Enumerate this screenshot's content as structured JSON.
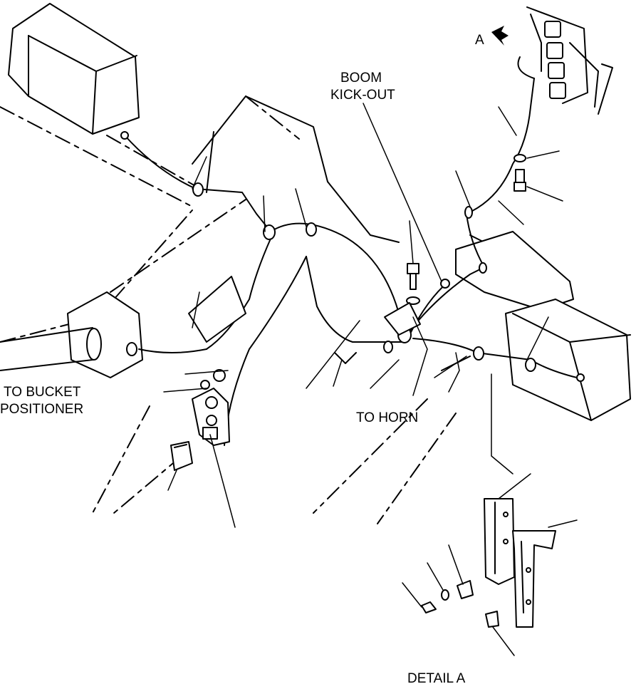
{
  "labels": {
    "boom_kickout_line1": "BOOM",
    "boom_kickout_line2": "KICK-OUT",
    "bucket_positioner_line1": "TO BUCKET",
    "bucket_positioner_line2": "POSITIONER",
    "horn": "TO HORN",
    "detail_marker": "A",
    "detail_title": "DETAIL A"
  }
}
